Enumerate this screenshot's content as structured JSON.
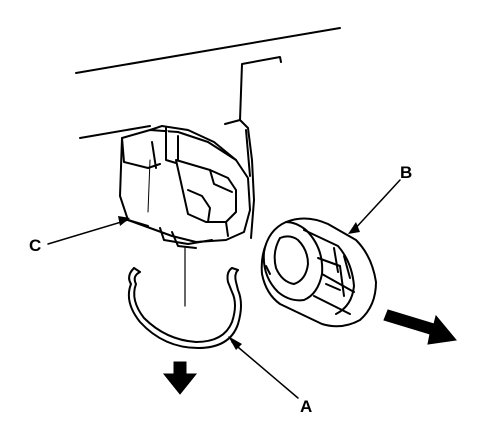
{
  "callouts": {
    "a": "A",
    "b": "B",
    "c": "C"
  },
  "colors": {
    "line": "#000000",
    "background": "#ffffff"
  },
  "parts": {
    "clip": "spring-clip",
    "cap": "connector-cap",
    "connector": "connector-housing",
    "arrows": [
      "arrow-down",
      "arrow-right"
    ]
  }
}
